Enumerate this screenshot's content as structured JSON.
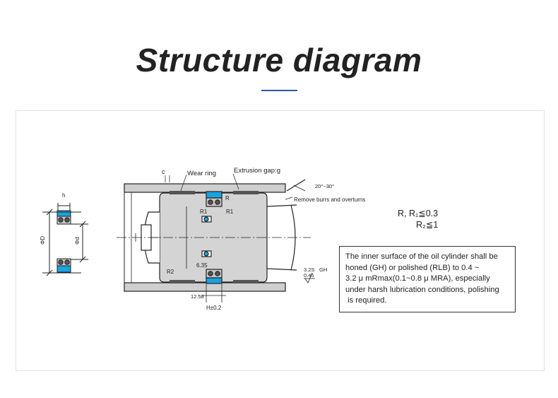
{
  "header": {
    "title": "Structure diagram",
    "accent_color": "#2a5aa8"
  },
  "diagram": {
    "labels": {
      "c": "c",
      "wear_ring": "Wear ring",
      "extrusion_gap": "Extrusion gap:g",
      "angle": "20°~30°",
      "remove_burrs": "Remove burrs and overturns",
      "r_top": "R",
      "r1_left": "R1",
      "r1_right": "R1",
      "r2": "R2",
      "dim_635": "6.35",
      "dim_1258": "12.58",
      "h_tol": "H±0.2",
      "surface_325": "3.2S",
      "surface_gh": "GH",
      "surface_045": "0.45",
      "small_h": "h",
      "phi_D": "ΦD",
      "phi_d": "Φd"
    },
    "radius_spec": {
      "line1": "R, R₁≦0.3",
      "line2": "R₂≦1"
    },
    "note": {
      "line1": "The inner surface of the oil cylinder shall be",
      "line2": "honed (GH) or polished (RLB) to 0.4 ~",
      "line3": "3.2 μ mRmax(0.1~0.8 μ MRA), especially",
      "line4": "under harsh lubrication conditions, polishing",
      "line5": " is required."
    },
    "colors": {
      "seal_blue": "#1aa3e0",
      "line": "#222222",
      "gray_fill": "#c8c8c8"
    }
  }
}
